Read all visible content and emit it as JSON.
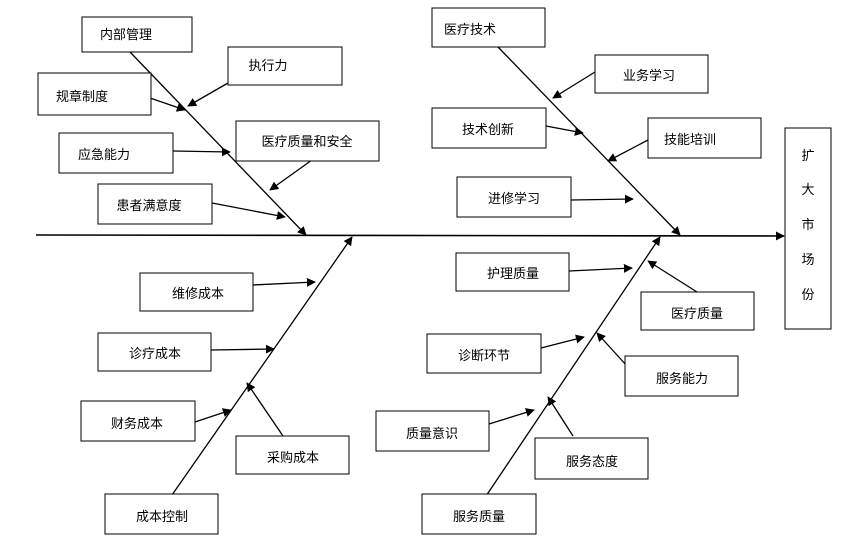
{
  "effect": {
    "chars": [
      "扩",
      "大",
      "市",
      "场",
      "份"
    ]
  },
  "boxes": {
    "neibu": "内部管理",
    "zhixingli": "执行力",
    "guizhang": "规章制度",
    "yingji": "应急能力",
    "zhiliang_anquan": "医疗质量和安全",
    "manyi": "患者满意度",
    "yiliao_jishu": "医疗技术",
    "yewu_xuexi": "业务学习",
    "jishu_chuangxin": "技术创新",
    "jineng_peixun": "技能培训",
    "jinxiu": "进修学习",
    "weixiu": "维修成本",
    "zhenliao": "诊疗成本",
    "caiwu": "财务成本",
    "caigou": "采购成本",
    "chengben_kongzhi": "成本控制",
    "huli": "护理质量",
    "yiliao_zhiliang": "医疗质量",
    "zhenduan": "诊断环节",
    "fuwu_nengli": "服务能力",
    "zhiliang_yishi": "质量意识",
    "fuwu_taidu": "服务态度",
    "fuwu_zhiliang": "服务质量"
  }
}
